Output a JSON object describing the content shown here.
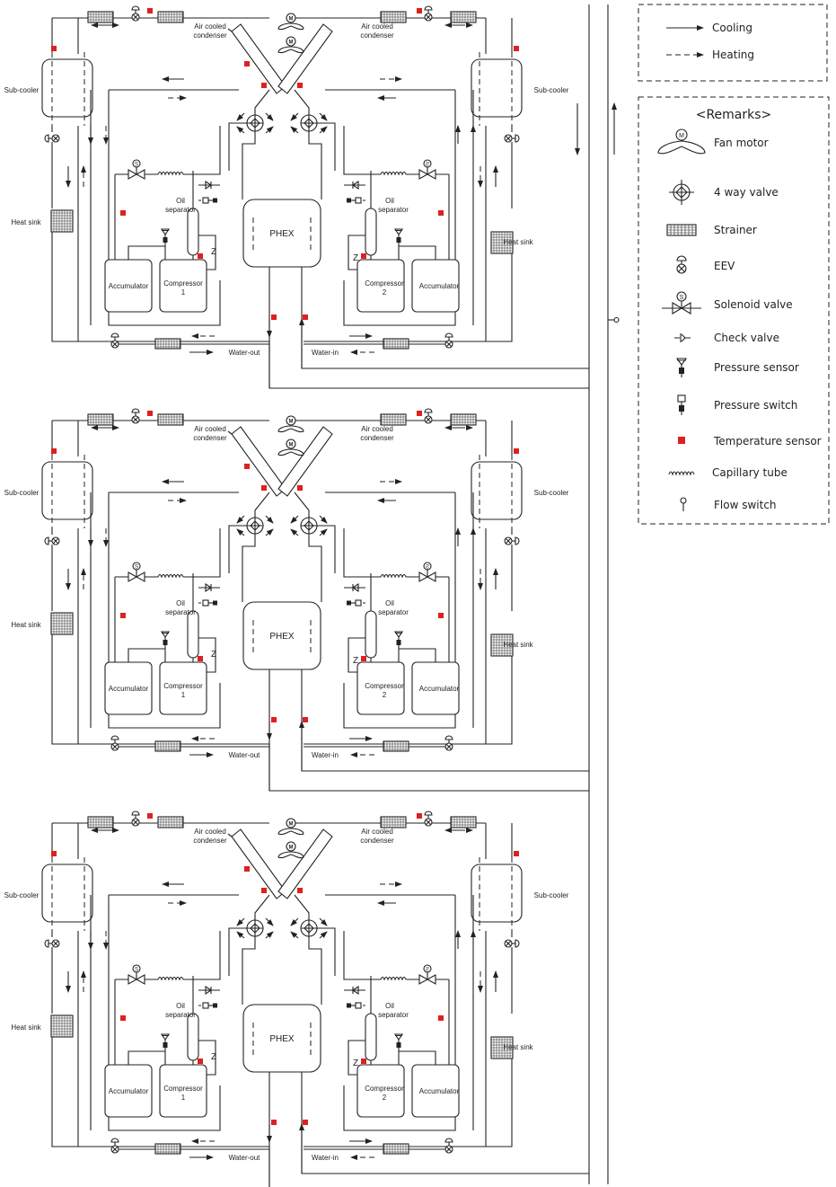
{
  "legend": {
    "arrows": [
      {
        "key": "cooling",
        "label": "Cooling"
      },
      {
        "key": "heating",
        "label": "Heating"
      }
    ],
    "remarks_title": "<Remarks>",
    "items": [
      {
        "key": "fan-motor",
        "label": "Fan motor"
      },
      {
        "key": "four-way-valve",
        "label": "4 way valve"
      },
      {
        "key": "strainer",
        "label": "Strainer"
      },
      {
        "key": "eev",
        "label": "EEV"
      },
      {
        "key": "solenoid-valve",
        "label": "Solenoid valve"
      },
      {
        "key": "check-valve",
        "label": "Check valve"
      },
      {
        "key": "pressure-sensor",
        "label": "Pressure sensor"
      },
      {
        "key": "pressure-switch",
        "label": "Pressure switch"
      },
      {
        "key": "temperature-sensor",
        "label": "Temperature sensor"
      },
      {
        "key": "capillary-tube",
        "label": "Capillary tube"
      },
      {
        "key": "flow-switch",
        "label": "Flow switch"
      }
    ]
  },
  "module_labels": {
    "condenser_line1": "Air cooled",
    "condenser_line2": "condenser",
    "sub_cooler": "Sub-cooler",
    "heat_sink": "Heat sink",
    "oil_sep_line1": "Oil",
    "oil_sep_line2": "separator",
    "accumulator": "Accumulator",
    "compressor": "Compressor",
    "compressor_left_no": "1",
    "compressor_right_no": "2",
    "phex": "PHEX",
    "water_out": "Water-out",
    "water_in": "Water-in",
    "motor_letter": "M",
    "solenoid_letter": "S",
    "z_mark": "Z"
  },
  "colors": {
    "line": "#222222",
    "temperature_sensor": "#e02020"
  },
  "module_count": 3
}
